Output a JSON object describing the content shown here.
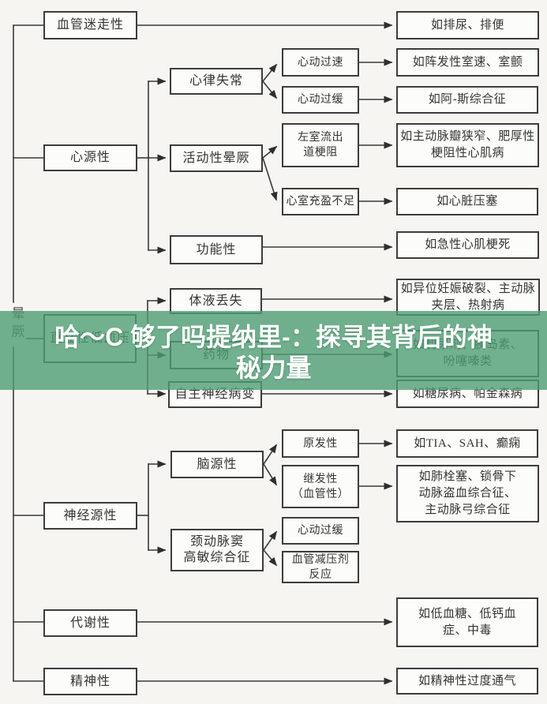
{
  "overlay": {
    "line1": "哈～C 够了吗提纳里-：探寻其背后的神",
    "line2": "秘力量",
    "background_color": "#4f9e74",
    "text_color": "#ffffff"
  },
  "root_label": "晕\n厥",
  "nodes": {
    "vasovagal": "血管迷走性",
    "cardiogenic": "心源性",
    "orthostatic": "直立性低血压",
    "neurogenic": "神经源性",
    "metabolic": "代谢性",
    "psychiatric": "精神性",
    "arrhythmia": "心律失常",
    "activity_syncope": "活动性晕厥",
    "functional": "功能性",
    "fluid_loss": "体液丢失",
    "drugs": "药物",
    "autonomic_neuropathy": "自主神经病变",
    "brain_origin": "脑源性",
    "carotid_sinus": "颈动脉窦\n高敏综合征",
    "tachycardia": "心动过速",
    "bradycardia": "心动过缓",
    "lvot_obstruction": "左室流出\n道梗阻",
    "ventricular_filling": "心室充盈不足",
    "primary": "原发性",
    "secondary_vascular": "继发性\n（血管性）",
    "bradycardia_2": "心动过缓",
    "vasodepressor_reaction": "血管减压剂\n反应",
    "ex_urination": "如排尿、排便",
    "ex_vt_vf": "如阵发性室速、室颤",
    "ex_adams_stokes": "如阿-斯综合征",
    "ex_aortic_stenosis": "如主动脉瓣狭窄、肥厚性\n梗阻性心肌病",
    "ex_tamponade": "如心脏压塞",
    "ex_ami": "如急性心肌梗死",
    "ex_ectopic_pregnancy": "如异位妊娠破裂、主动脉\n夹层、热射病",
    "ex_drugs": "如利尿剂、胰岛素、\n吩噻嗪类",
    "ex_diabetes": "如糖尿病、帕金森病",
    "ex_tia_sah": "如TIA、SAH、癫痫",
    "ex_pulmonary_embolism": "如肺栓塞、锁骨下\n动脉盗血综合征、\n主动脉弓综合征",
    "ex_hypoglycemia": "如低血糖、低钙血\n症、中毒",
    "ex_hyperventilation": "如精神性过度通气"
  }
}
